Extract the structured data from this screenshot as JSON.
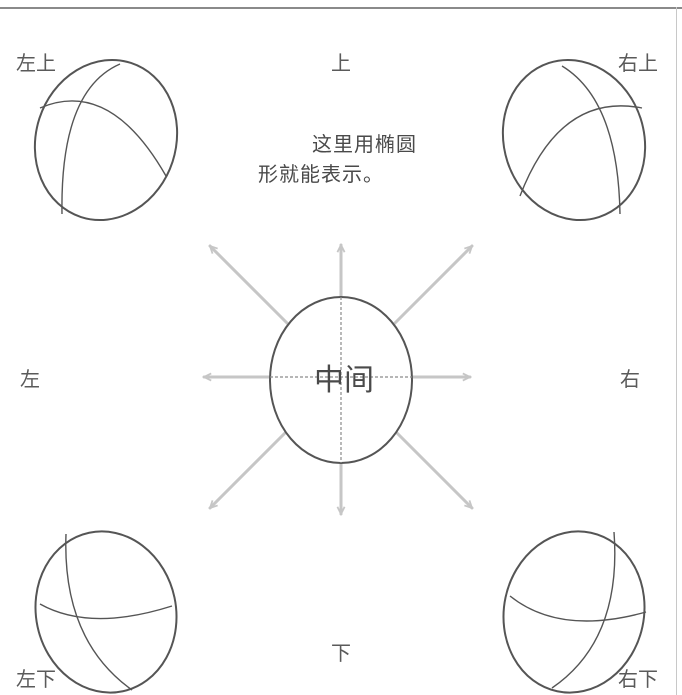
{
  "labels": {
    "top_left": "左上",
    "top": "上",
    "top_right": "右上",
    "left": "左",
    "center": "中间",
    "right": "右",
    "bottom_left": "左下",
    "bottom": "下",
    "bottom_right": "右下"
  },
  "note": {
    "line1": "这里用椭圆",
    "line2": "形就能表示。"
  },
  "colors": {
    "ellipse_stroke": "#555555",
    "arrow": "#c6c6c6",
    "guide": "#8a8a8a"
  }
}
